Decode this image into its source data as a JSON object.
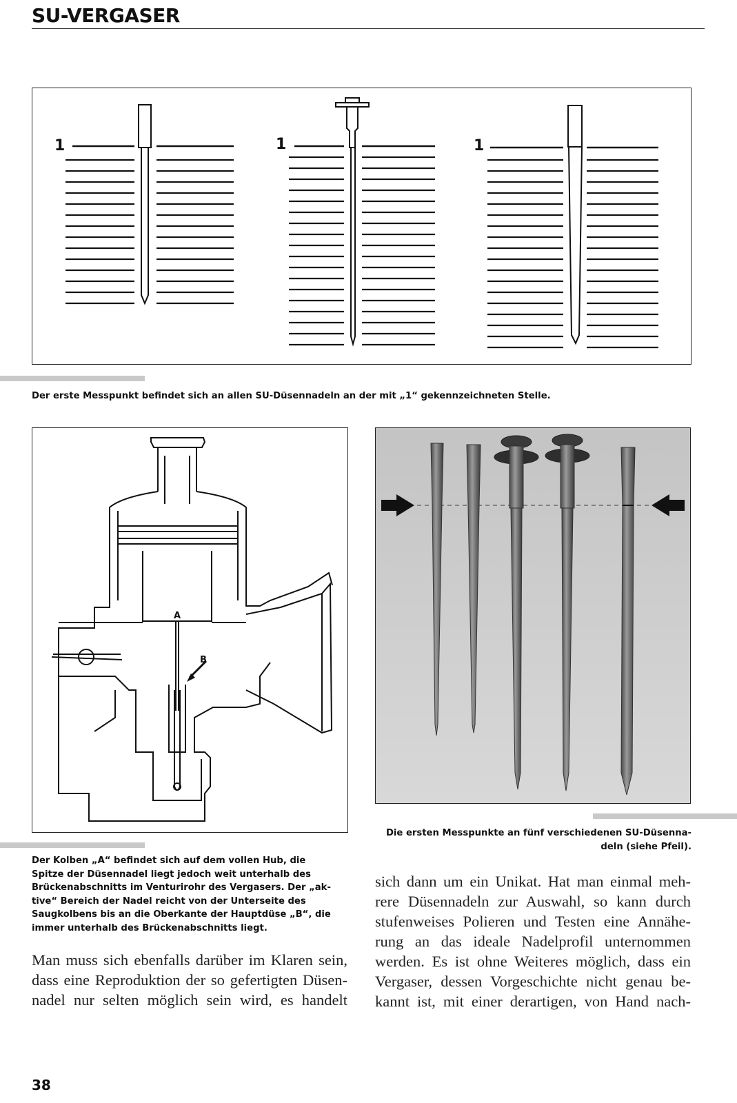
{
  "header": {
    "title": "SU-VERGASER"
  },
  "figure1": {
    "labels": [
      "1",
      "1",
      "1"
    ],
    "caption": "Der erste Messpunkt befindet sich an allen SU-Düsennadeln an der mit „1“ gekennzeichneten Stelle."
  },
  "figure2": {
    "label_a": "A",
    "label_b": "B",
    "caption_lines": [
      "Der Kolben „A“ befindet sich auf dem vollen Hub, die",
      "Spitze der Düsennadel liegt jedoch weit unterhalb des",
      "Brückenabschnitts im Venturirohr des Vergasers. Der „ak-",
      "tive“ Bereich der Nadel reicht von der Unterseite des",
      "Saugkolbens bis an die Oberkante der Hauptdüse „B“, die",
      "immer unterhalb des Brückenabschnitts liegt."
    ]
  },
  "figure3": {
    "caption_lines": [
      "Die ersten Messpunkte an fünf verschiedenen SU-Düsenna-",
      "deln (siehe Pfeil)."
    ]
  },
  "body": {
    "left_lines": [
      "Man muss sich ebenfalls darüber im Klaren sein,",
      "dass eine Reproduktion der so gefertigten Düsen-",
      "nadel nur selten möglich sein wird, es handelt"
    ],
    "right_lines": [
      "sich dann um ein Unikat. Hat man einmal meh-",
      "rere Düsennadeln zur Auswahl, so kann durch",
      "stufenweises Polieren und Testen eine Annähe-",
      "rung an das ideale Nadelprofil unternommen",
      "werden. Es ist ohne Weiteres möglich, dass ein",
      "Vergaser, dessen Vorgeschichte nicht genau be-",
      "kannt ist, mit einer derartigen, von Hand nach-"
    ]
  },
  "footer": {
    "page_number": "38"
  }
}
